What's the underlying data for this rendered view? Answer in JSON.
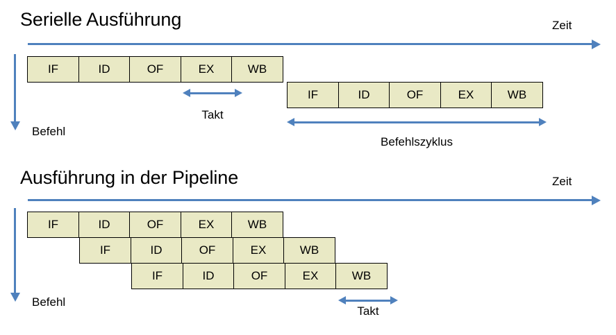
{
  "colors": {
    "accent_blue": "#4F81BD",
    "stage_fill": "#E9E9C5",
    "stage_border": "#000000",
    "background": "#FFFFFF",
    "text": "#000000"
  },
  "sections": {
    "serial": {
      "title": "Serielle Ausführung",
      "time_axis_label": "Zeit",
      "instruction_axis_label": "Befehl",
      "rows": [
        {
          "stages": [
            "IF",
            "ID",
            "OF",
            "EX",
            "WB"
          ]
        },
        {
          "stages": [
            "IF",
            "ID",
            "OF",
            "EX",
            "WB"
          ]
        }
      ],
      "annotations": {
        "clock_label": "Takt",
        "cycle_label": "Befehlszyklus"
      }
    },
    "pipeline": {
      "title": "Ausführung in der Pipeline",
      "time_axis_label": "Zeit",
      "instruction_axis_label": "Befehl",
      "rows": [
        {
          "stages": [
            "IF",
            "ID",
            "OF",
            "EX",
            "WB"
          ]
        },
        {
          "stages": [
            "IF",
            "ID",
            "OF",
            "EX",
            "WB"
          ]
        },
        {
          "stages": [
            "IF",
            "ID",
            "OF",
            "EX",
            "WB"
          ]
        }
      ],
      "annotations": {
        "clock_label": "Takt"
      }
    }
  },
  "layout": {
    "stage_box_width": 75,
    "stage_box_height": 38
  }
}
